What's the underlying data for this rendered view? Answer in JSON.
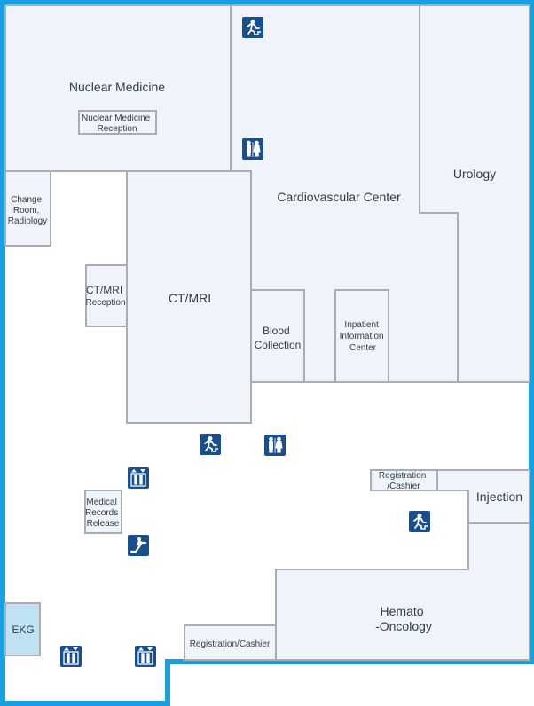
{
  "colors": {
    "outer_border": "#1aa0de",
    "room_fill": "#eef4f9",
    "room_stroke": "#a9adb1",
    "ekg_fill": "#bfe2f3",
    "icon_bg": "#1a4f8f",
    "text": "#333d47"
  },
  "rooms": {
    "nuclear_medicine": "Nuclear Medicine",
    "nuclear_medicine_reception": [
      "Nuclear Medicine",
      "Reception"
    ],
    "change_room": [
      "Change",
      "Room,",
      "Radiology"
    ],
    "cardiovascular_center": "Cardiovascular Center",
    "urology": "Urology",
    "ct_mri": "CT/MRI",
    "ct_mri_reception": [
      "CT/MRI",
      "Reception"
    ],
    "blood_collection": [
      "Blood",
      "Collection"
    ],
    "inpatient_information": [
      "Inpatient",
      "Information",
      "Center"
    ],
    "registration_cashier_right": [
      "Registration",
      "/Cashier"
    ],
    "injection": "Injection",
    "medical_records": [
      "Medical",
      "Records",
      "Release"
    ],
    "hemato_oncology": [
      "Hemato",
      "-Oncology"
    ],
    "ekg": "EKG",
    "registration_cashier_bottom": "Registration/Cashier"
  },
  "icons": {
    "emergency_exit": "emergency-exit-icon",
    "restroom": "restroom-icon",
    "elevator": "elevator-icon",
    "escalator": "escalator-icon"
  }
}
